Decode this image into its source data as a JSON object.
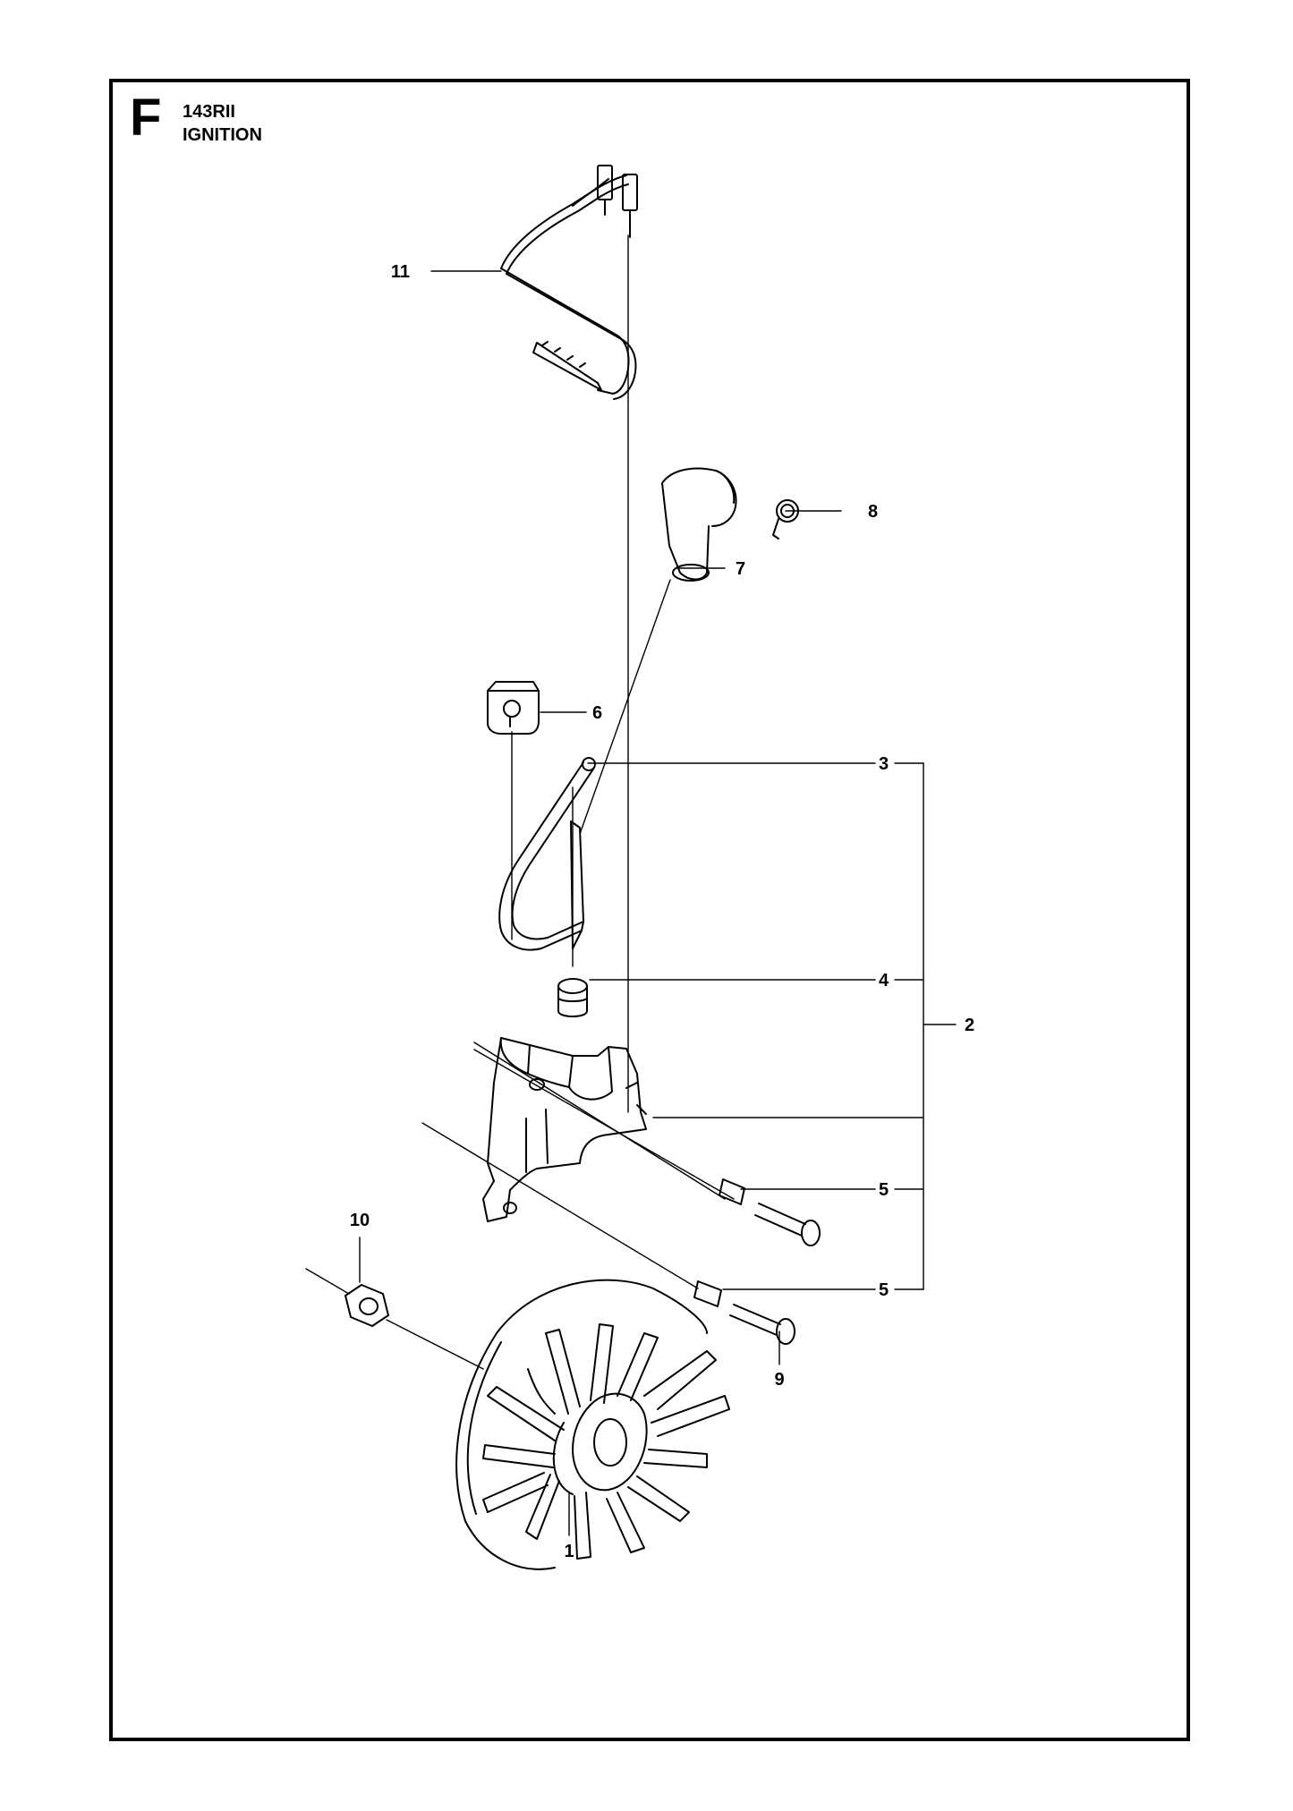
{
  "header": {
    "section_letter": "F",
    "model": "143RII",
    "section_title": "IGNITION"
  },
  "callouts": [
    {
      "id": "c11",
      "label": "11"
    },
    {
      "id": "c8",
      "label": "8"
    },
    {
      "id": "c7",
      "label": "7"
    },
    {
      "id": "c6",
      "label": "6"
    },
    {
      "id": "c3",
      "label": "3"
    },
    {
      "id": "c4",
      "label": "4"
    },
    {
      "id": "c2",
      "label": "2"
    },
    {
      "id": "c5a",
      "label": "5"
    },
    {
      "id": "c10",
      "label": "10"
    },
    {
      "id": "c5b",
      "label": "5"
    },
    {
      "id": "c9",
      "label": "9"
    },
    {
      "id": "c1",
      "label": "1"
    }
  ]
}
